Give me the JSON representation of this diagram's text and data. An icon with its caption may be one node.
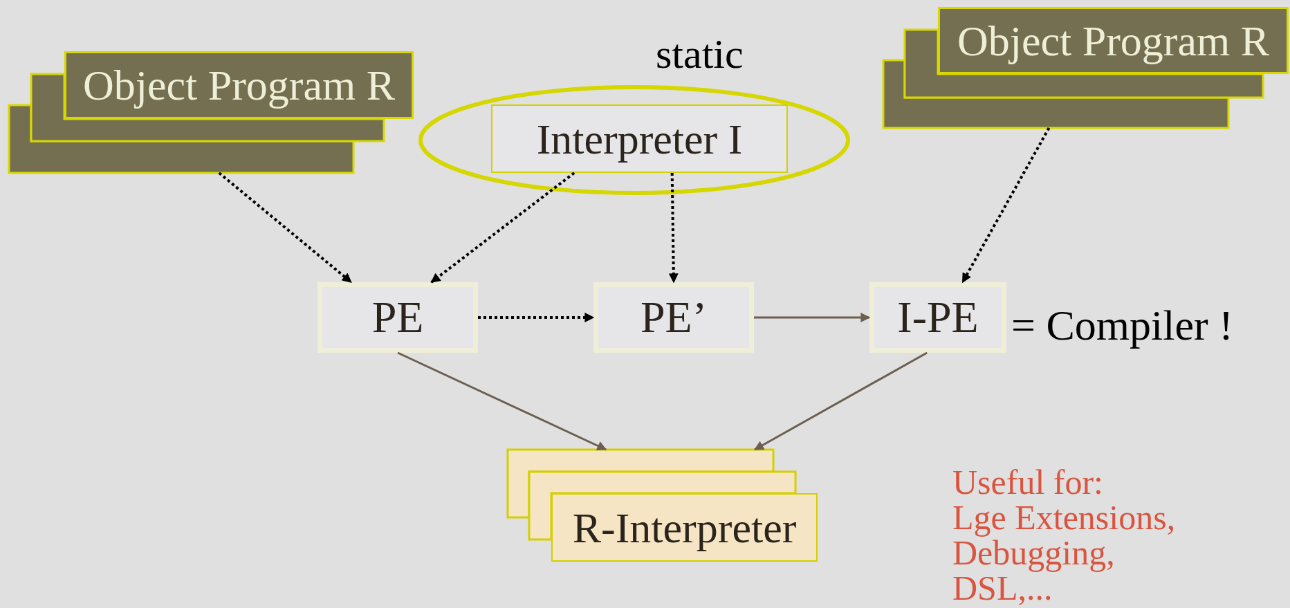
{
  "diagram": {
    "nodes": [
      {
        "text": [],
        "shape": "box"
      },
      {
        "text": [],
        "shape": "box"
      },
      {
        "text": [
          "Object Program R"
        ]
      },
      {
        "text": [
          "static"
        ]
      },
      {
        "text": [
          "Interpreter I"
        ],
        "in": 3
      },
      {
        "text": [],
        "shape": "box"
      },
      {
        "text": [],
        "shape": "box"
      },
      {
        "text": [
          "Object Program R"
        ]
      },
      {
        "text": [
          "PE"
        ]
      },
      {
        "text": [
          "PE’"
        ]
      },
      {
        "text": [
          "I-PE"
        ],
        "beside": [
          "= Compiler !"
        ]
      },
      {
        "text": [],
        "shape": "box"
      },
      {
        "text": [],
        "shape": "box"
      },
      {
        "text": [
          "R-Interpreter"
        ]
      }
    ],
    "edges": [
      {
        "from": 0,
        "to": 8,
        "arrow": "to",
        "style": "dashed"
      },
      {
        "from": 4,
        "to": 8,
        "arrow": "to",
        "style": "dashed"
      },
      {
        "from": 4,
        "to": 9,
        "arrow": "to",
        "style": "dashed"
      },
      {
        "from": 5,
        "to": 10,
        "arrow": "to",
        "style": "dashed"
      },
      {
        "from": 8,
        "to": 9,
        "arrow": "to",
        "style": "dashed"
      },
      {
        "from": 9,
        "to": 10,
        "arrow": "to",
        "color": "#6b5f4f"
      },
      {
        "from": 8,
        "to": 11,
        "arrow": "to",
        "color": "#6b5f4f"
      },
      {
        "from": 10,
        "to": 11,
        "arrow": "to",
        "color": "#6b5f4f"
      }
    ],
    "labels": [
      "Useful for:",
      "Lge Extensions,",
      "Debugging,",
      "DSL,..."
    ]
  }
}
